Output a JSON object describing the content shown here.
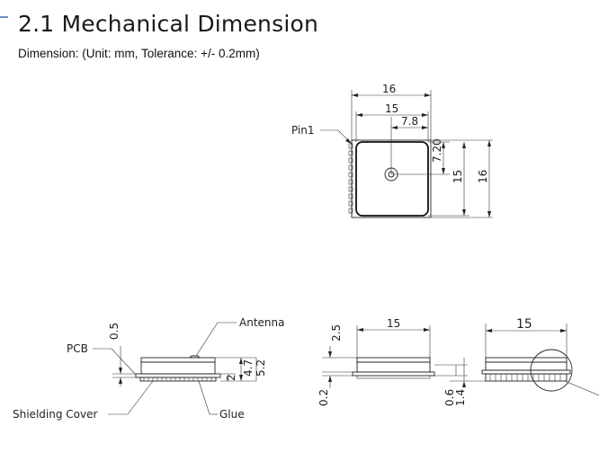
{
  "section": {
    "title": "2.1 Mechanical Dimension",
    "subtitle": "Dimension: (Unit: mm, Tolerance: +/- 0.2mm)"
  },
  "top_view": {
    "dim_outer_width": "16",
    "dim_inner_width": "15",
    "dim_center_x": "7.8",
    "dim_center_y": "7.20",
    "dim_inner_height": "15",
    "dim_outer_height": "16",
    "pin1_label": "Pin1"
  },
  "side_view_1": {
    "label_pcb": "PCB",
    "label_antenna": "Antenna",
    "label_shielding": "Shielding Cover",
    "label_glue": "Glue",
    "dim_pcb_thickness": "0.5",
    "dim_cover_height": "2",
    "dim_module_height": "4.7",
    "dim_total_height": "5.2"
  },
  "side_view_2": {
    "dim_top": "2.5",
    "dim_width": "15",
    "dim_bottom": "0.2"
  },
  "side_view_3": {
    "dim_width": "15",
    "dim_a": "0.6",
    "dim_b": "1.4"
  }
}
